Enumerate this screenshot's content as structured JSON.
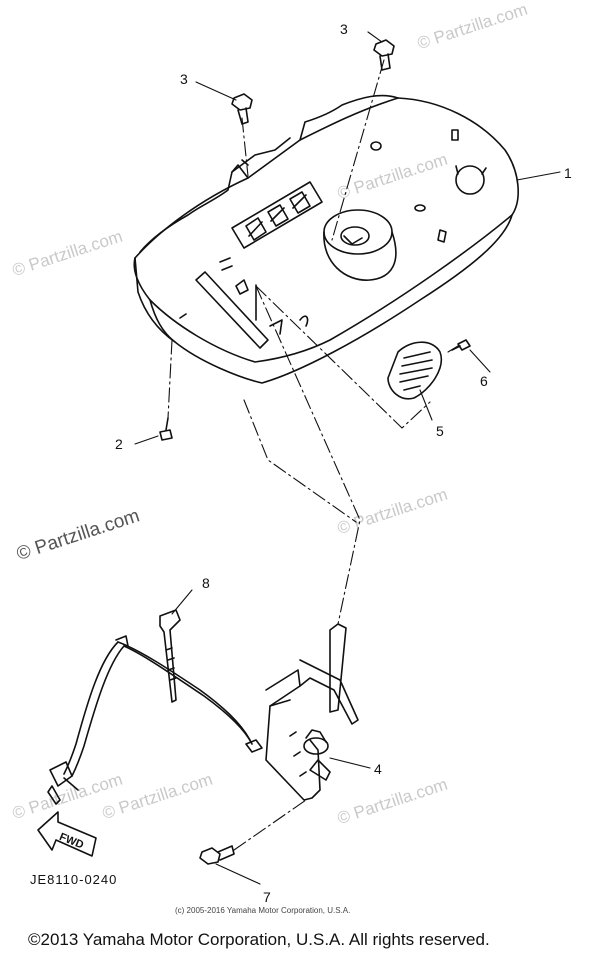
{
  "callouts": {
    "c1": "1",
    "c2": "2",
    "c3a": "3",
    "c3b": "3",
    "c4": "4",
    "c5": "5",
    "c6": "6",
    "c7": "7",
    "c8": "8"
  },
  "fwd_arrow_label": "FWD",
  "drawing_code": "JE8110-0240",
  "watermarks": {
    "w1": "© Partzilla.com",
    "w2": "© Partzilla.com",
    "w3": "© Partzilla.com",
    "w4": "© Partzilla.com",
    "w5": "© Partzilla.com",
    "w6": "© Partzilla.com",
    "w7": "© Partzilla.com",
    "w8": "© Partzilla.com"
  },
  "small_copyright": "(c) 2005-2016 Yamaha Motor Corporation, U.S.A.",
  "footer_copyright": "©2013 Yamaha Motor Corporation, U.S.A. All rights reserved.",
  "colors": {
    "ink": "#111111",
    "watermark": "#c9c9c9",
    "background": "#ffffff"
  }
}
